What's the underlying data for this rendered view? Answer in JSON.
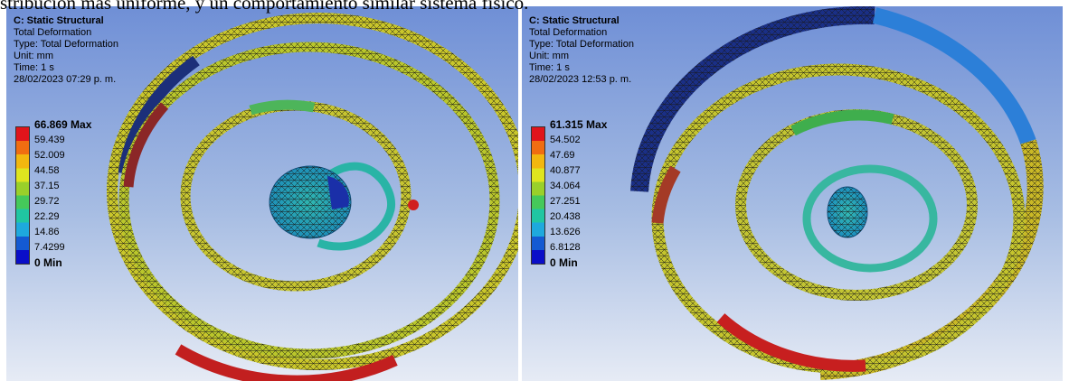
{
  "caption": "stribución más uniforme, y un comportamiento similar sistema físico.",
  "left": {
    "title": "C: Static Structural",
    "result": "Total Deformation",
    "type": "Type: Total Deformation",
    "unit": "Unit: mm",
    "time": "Time: 1 s",
    "date": "28/02/2023 07:29 p. m.",
    "legend": [
      "66.869 Max",
      "59.439",
      "52.009",
      "44.58",
      "37.15",
      "29.72",
      "22.29",
      "14.86",
      "7.4299",
      "0 Min"
    ],
    "max_value": 66.869
  },
  "right": {
    "title": "C: Static Structural",
    "result": "Total Deformation",
    "type": "Type: Total Deformation",
    "unit": "Unit: mm",
    "time": "Time: 1 s",
    "date": "28/02/2023 12:53 p. m.",
    "legend": [
      "61.315 Max",
      "54.502",
      "47.69",
      "40.877",
      "34.064",
      "27.251",
      "20.438",
      "13.626",
      "6.8128",
      "0 Min"
    ],
    "max_value": 61.315
  },
  "legend_colors": [
    "#e0141b",
    "#f06d11",
    "#f2b70f",
    "#dfe51f",
    "#9ad02a",
    "#45c95a",
    "#20c6a2",
    "#1ea9dd",
    "#145ad2",
    "#0a0ec8"
  ],
  "colors": {
    "background_top": "#6f8fd6",
    "background_bottom": "#e6ebf5",
    "probe_marker": "#d02020"
  }
}
